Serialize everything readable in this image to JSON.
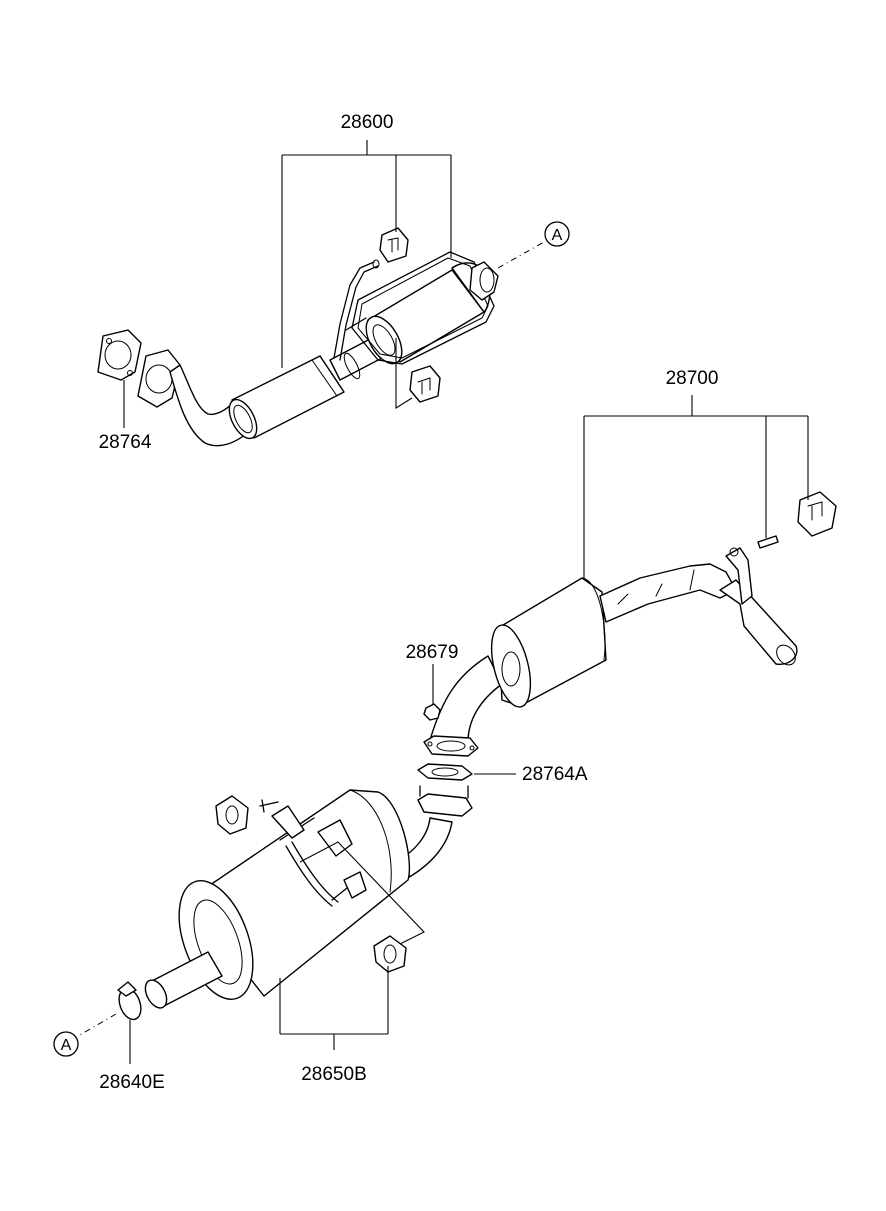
{
  "labels": {
    "p28600": "28600",
    "p28764": "28764",
    "p28700": "28700",
    "p28679": "28679",
    "p28764A": "28764A",
    "p28650B": "28650B",
    "p28640E": "28640E"
  },
  "refs": {
    "top": "A",
    "bottom": "A"
  }
}
